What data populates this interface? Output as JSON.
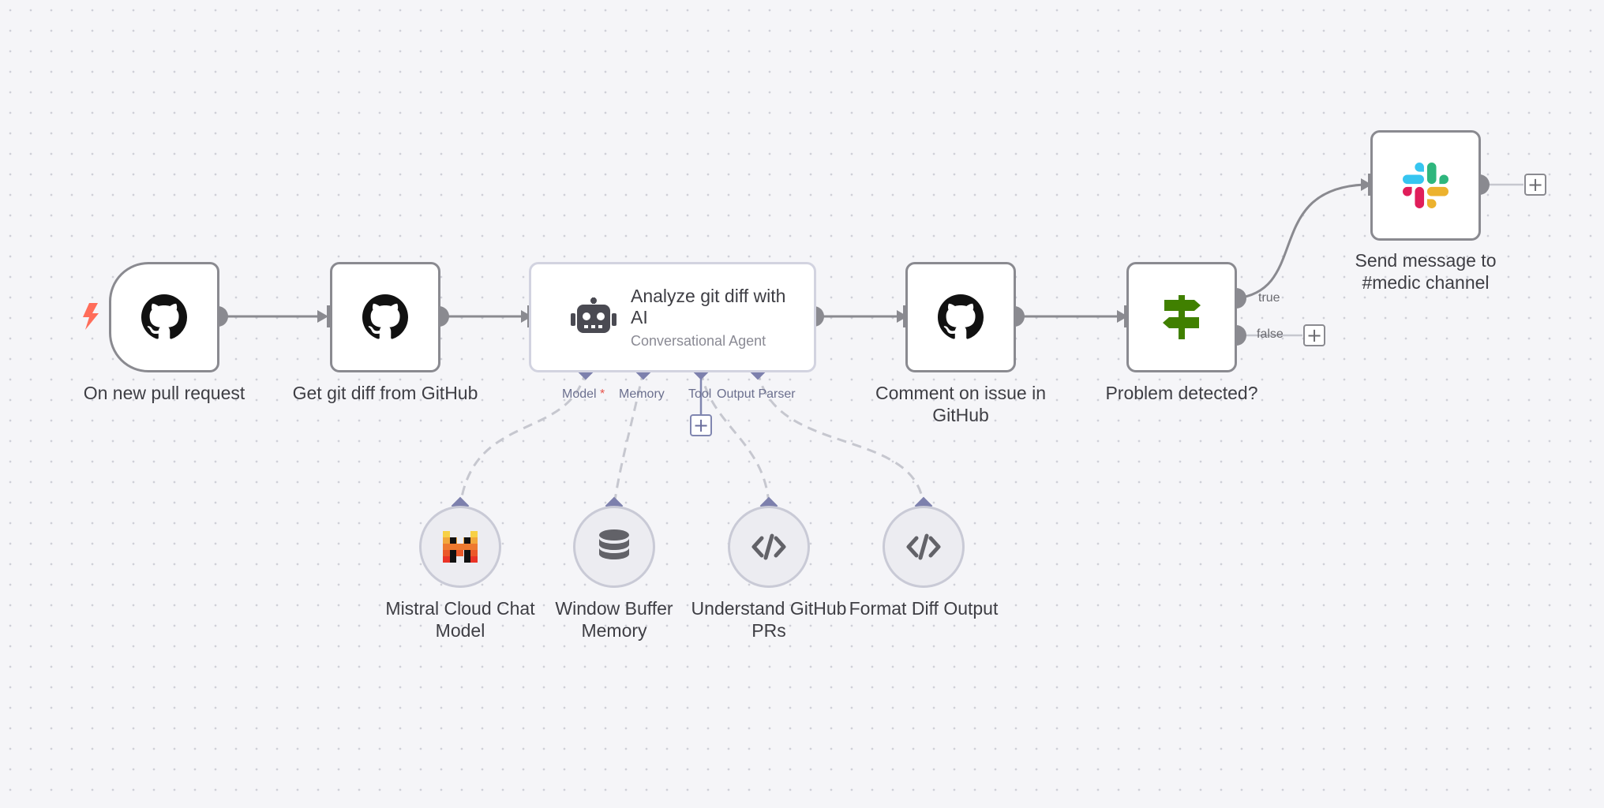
{
  "nodes": {
    "trigger": {
      "label": "On new pull request",
      "icon": "github-icon"
    },
    "get_diff": {
      "label": "Get git diff from GitHub",
      "icon": "github-icon"
    },
    "agent": {
      "title": "Analyze git diff with AI",
      "subtitle": "Conversational Agent",
      "icon": "robot-icon"
    },
    "comment": {
      "label": "Comment on issue in GitHub",
      "icon": "github-icon"
    },
    "if": {
      "label": "Problem detected?",
      "icon": "signpost-icon"
    },
    "slack": {
      "label": "Send message to #medic channel",
      "icon": "slack-icon"
    },
    "mistral": {
      "label": "Mistral Cloud Chat Model",
      "icon": "mistral-icon"
    },
    "memory": {
      "label": "Window Buffer Memory",
      "icon": "database-icon"
    },
    "tool": {
      "label": "Understand GitHub PRs",
      "icon": "code-icon"
    },
    "format": {
      "label": "Format Diff Output",
      "icon": "code-icon"
    }
  },
  "agent_ports": {
    "model": "Model",
    "required_mark": "*",
    "memory": "Memory",
    "tool": "Tool",
    "output_parser": "Output Parser"
  },
  "branches": {
    "true_label": "true",
    "false_label": "false"
  },
  "colors": {
    "edge": "#8a8a90",
    "sub_edge": "#c6c7cf",
    "port_diamond": "#7d80ad",
    "trigger_bolt": "#ff6d5a",
    "if_green": "#408000"
  }
}
